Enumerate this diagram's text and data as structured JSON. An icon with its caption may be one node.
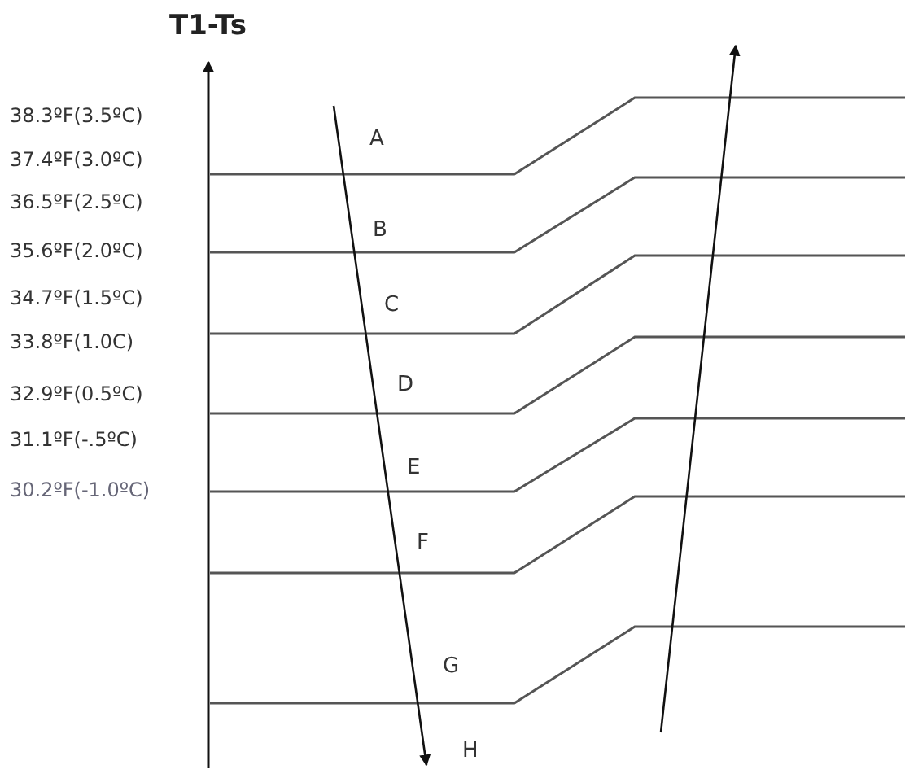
{
  "diagram": {
    "title": "T1-Ts",
    "labels": [
      "38.3ºF(3.5ºC)",
      "37.4ºF(3.0ºC)",
      "36.5ºF(2.5ºC)",
      "35.6ºF(2.0ºC)",
      "34.7ºF(1.5ºC)",
      "33.8ºF(1.0C)",
      "32.9ºF(0.5ºC)",
      "31.1ºF(-.5ºC)",
      "30.2ºF(-1.0ºC)",
      "A",
      "B",
      "C",
      "D",
      "E",
      "F",
      "G",
      "H"
    ]
  }
}
